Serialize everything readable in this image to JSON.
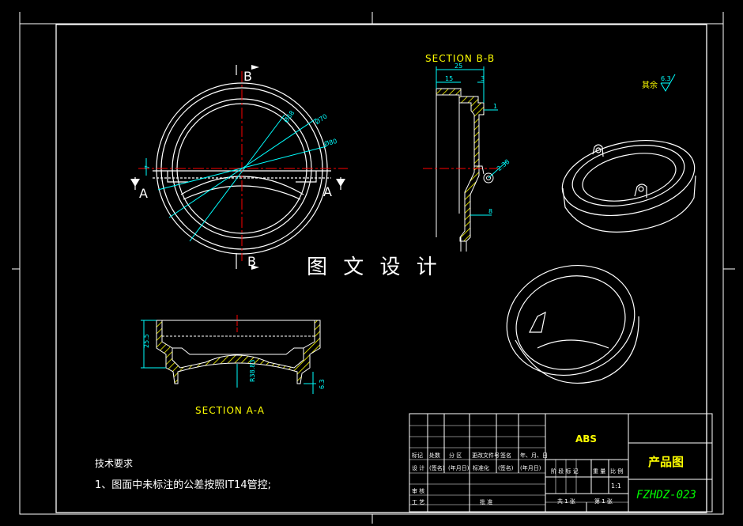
{
  "watermark": "图 文 设 计",
  "section_bb": {
    "title": "SECTION B-B",
    "dims": {
      "d25": "25",
      "d15": "15",
      "d3": "3",
      "d1": "1",
      "dR": "2.38",
      "d8": "8"
    }
  },
  "section_aa": {
    "title": "SECTION A-A",
    "dims": {
      "d255": "25.5",
      "dR": "R38.83",
      "d63": "6.3"
    }
  },
  "top_view": {
    "labels": {
      "B_top": "B",
      "B_bottom": "B",
      "A_left": "A",
      "A_right": "A"
    },
    "dims": {
      "d7": "7",
      "d68": "Ø68",
      "d70": "Ø70",
      "d80": "Ø80"
    }
  },
  "roughness": {
    "label": "其余",
    "value": "6.3"
  },
  "tech_req": {
    "title": "技术要求",
    "items": [
      "1、图面中未标注的公差按照IT14管控;"
    ]
  },
  "title_block": {
    "material": "ABS",
    "drawing_name": "产品图",
    "drawing_code": "FZHDZ-023",
    "scale": "1:1",
    "row_headers": [
      "标记",
      "处数",
      "分 区",
      "更改文件号",
      "签名",
      "年、月、日"
    ],
    "design_row": [
      "设 计",
      "(签名)",
      "(年月日)",
      "标准化",
      "(签名)",
      "(年月日)"
    ],
    "stage_headers": [
      "阶 段 标 记",
      "重 量",
      "比 例"
    ],
    "review": "审 核",
    "craft": "工 艺",
    "approve": "批 准",
    "sheets": "共 1 张",
    "sheet_no": "第 1 张"
  },
  "colors": {
    "line": "#ffffff",
    "dim": "#00ffff",
    "center": "#ff0000",
    "hatch": "#ffff00",
    "text_label": "#ffff00",
    "code": "#00ff00"
  }
}
